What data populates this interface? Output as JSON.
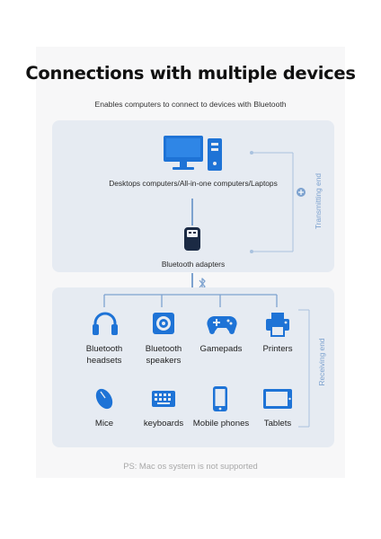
{
  "header": {
    "title": "Connections with multiple devices",
    "subtitle": "Enables computers to connect to devices with Bluetooth"
  },
  "transmitting": {
    "computers_label": "Desktops computers/All-in-one computers/Laptops",
    "adapter_label": "Bluetooth adapters",
    "side_label": "Transmitting end"
  },
  "receiving": {
    "side_label": "Receiving end",
    "devices": [
      {
        "label": "Bluetooth headsets",
        "icon": "headset-icon"
      },
      {
        "label": "Bluetooth speakers",
        "icon": "speaker-icon"
      },
      {
        "label": "Gamepads",
        "icon": "gamepad-icon"
      },
      {
        "label": "Printers",
        "icon": "printer-icon"
      },
      {
        "label": "Mice",
        "icon": "mouse-icon"
      },
      {
        "label": "keyboards",
        "icon": "keyboard-icon"
      },
      {
        "label": "Mobile phones",
        "icon": "phone-icon"
      },
      {
        "label": "Tablets",
        "icon": "tablet-icon"
      }
    ]
  },
  "footer": {
    "note": "PS:   Mac os system is not supported"
  },
  "colors": {
    "accent": "#1e73d6",
    "light_accent": "#7da2cf",
    "panel": "#e6ebf2"
  }
}
